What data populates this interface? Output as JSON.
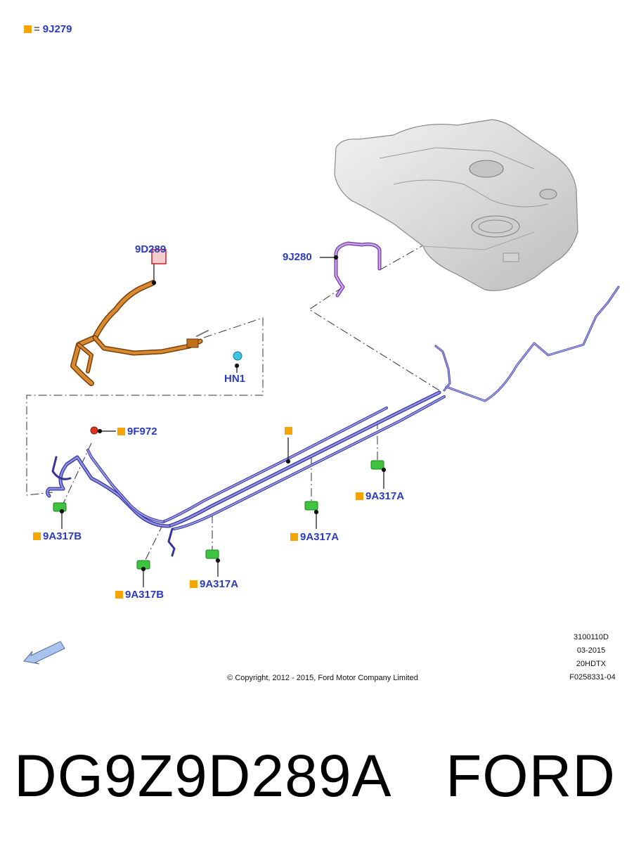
{
  "legend": {
    "key_label": "9J279",
    "equals": "="
  },
  "callouts": {
    "9D289": "9D289",
    "9J280": "9J280",
    "HN1": "HN1",
    "9F972": "9F972",
    "9A317A_1": "9A317A",
    "9A317A_2": "9A317A",
    "9A317A_3": "9A317A",
    "9A317B_1": "9A317B",
    "9A317B_2": "9A317B"
  },
  "info": {
    "code": "3100110D",
    "date": "03-2015",
    "model": "20HDTX",
    "figure_id": "F0258331-04"
  },
  "copyright": "© Copyright, 2012 - 2015, Ford Motor Company Limited",
  "footer": {
    "part_number": "DG9Z9D289A",
    "brand": "FORD"
  },
  "colors": {
    "callout_text": "#2a3bbf",
    "key_square": "#f5a400",
    "hose_orange": "#c86a12",
    "fuel_line": "#5a5ad0",
    "vent_tube": "#a46cd0",
    "clip_green": "#3ec43e",
    "tank": "#d8d8d8",
    "hn1_clip": "#3cc6e6",
    "9f972_cap": "#e0321e"
  },
  "icons": {
    "direction": "front-arrow-icon"
  }
}
